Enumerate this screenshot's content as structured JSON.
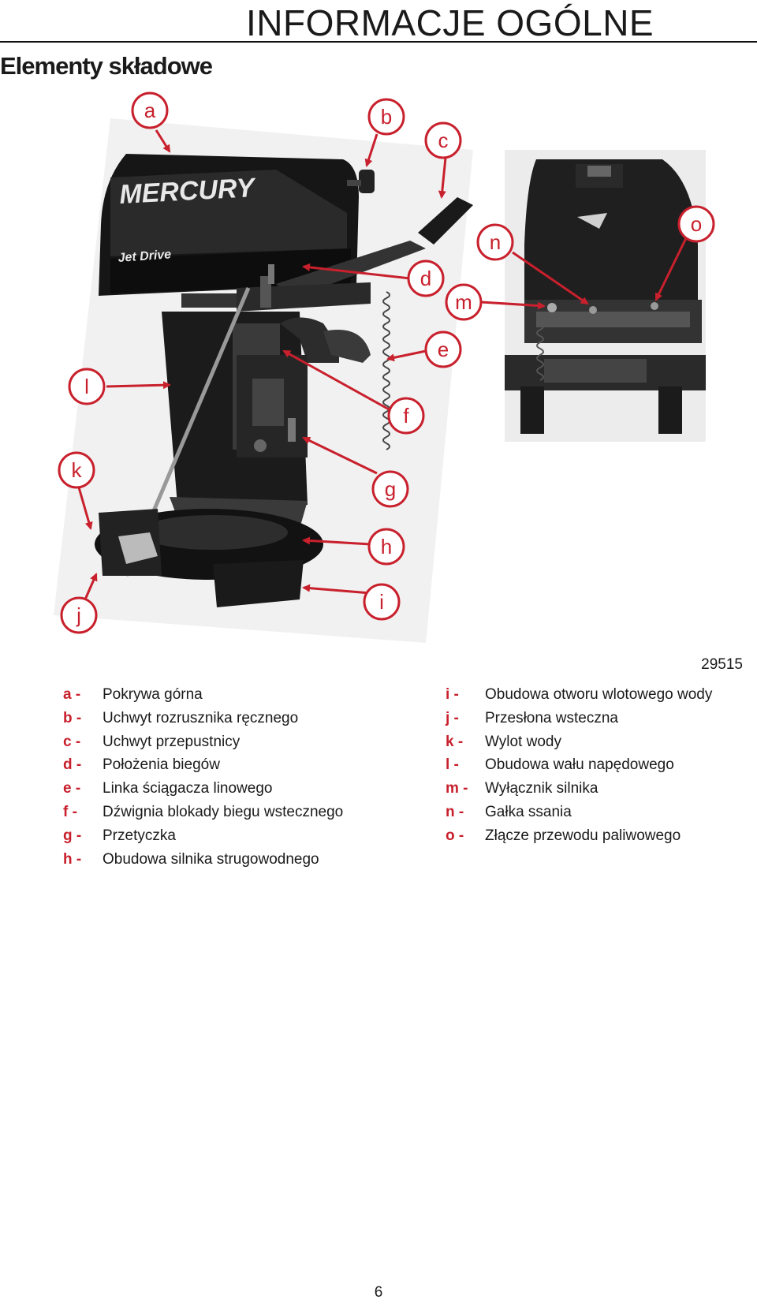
{
  "header": {
    "section_title": "INFORMACJE OGÓLNE",
    "subsection_title": "Elementy składowe"
  },
  "figure": {
    "brand_logo": "MERCURY",
    "model_badge": "Jet Drive",
    "callouts": [
      "a",
      "b",
      "c",
      "d",
      "e",
      "f",
      "g",
      "h",
      "i",
      "j",
      "k",
      "l",
      "m",
      "n",
      "o"
    ],
    "reference_number": "29515",
    "callout_color": "#c8202c"
  },
  "legend_left": [
    {
      "key": "a -",
      "text": "Pokrywa górna"
    },
    {
      "key": "b -",
      "text": "Uchwyt rozrusznika ręcznego"
    },
    {
      "key": "c -",
      "text": "Uchwyt przepustnicy"
    },
    {
      "key": "d -",
      "text": "Położenia biegów"
    },
    {
      "key": "e -",
      "text": "Linka ściągacza linowego"
    },
    {
      "key": "f -",
      "text": "Dźwignia blokady biegu wstecznego"
    },
    {
      "key": "g -",
      "text": "Przetyczka"
    },
    {
      "key": "h -",
      "text": "Obudowa silnika strugowodnego"
    }
  ],
  "legend_right": [
    {
      "key": "i -",
      "text": "Obudowa otworu wlotowego wody"
    },
    {
      "key": "j -",
      "text": "Przesłona wsteczna"
    },
    {
      "key": "k -",
      "text": "Wylot wody"
    },
    {
      "key": "l -",
      "text": "Obudowa wału napędowego"
    },
    {
      "key": "m -",
      "text": "Wyłącznik silnika"
    },
    {
      "key": "n -",
      "text": "Gałka ssania"
    },
    {
      "key": "o -",
      "text": "Złącze przewodu paliwowego"
    }
  ],
  "page_number": "6"
}
